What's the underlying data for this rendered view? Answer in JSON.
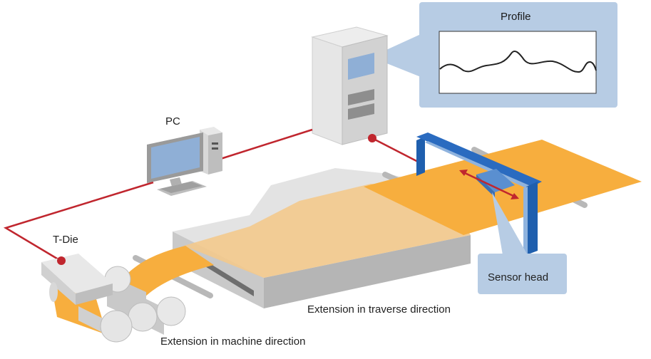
{
  "labels": {
    "profile": "Profile",
    "pc": "PC",
    "t_die": "T-Die",
    "sensor_head": "Sensor head",
    "traverse": "Extension in traverse direction",
    "machine": "Extension in machine direction"
  },
  "colors": {
    "film": "#F7AE3E",
    "film_light": "#F3C98C",
    "callout_bg": "#B7CCE4",
    "frame_blue": "#1F5FAE",
    "wire": "#C0262E",
    "machine_gray": "#D9D9D9",
    "machine_dark": "#A8A8A8"
  }
}
